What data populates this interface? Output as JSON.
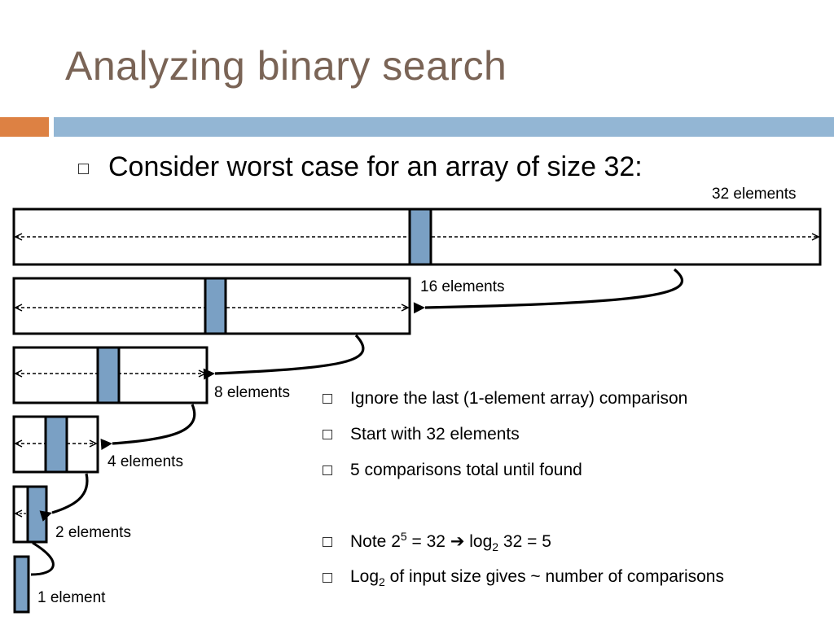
{
  "slide": {
    "title": "Analyzing binary search",
    "lead": "Consider worst case for an array of size 32:"
  },
  "diagram": {
    "labels": [
      "32 elements",
      "16 elements",
      "8 elements",
      "4 elements",
      "2 elements",
      "1 element"
    ]
  },
  "notes": [
    "Ignore the last (1-element array) comparison",
    "Start with 32 elements",
    "5 comparisons total until found"
  ],
  "note_formula": {
    "prefix": "Note 2",
    "exp": "5",
    "eq": " = 32 ",
    "arrow": "➔",
    "log": " log",
    "base": "2",
    "rest": " 32 = 5"
  },
  "note_log": {
    "log": "Log",
    "base": "2",
    "rest": " of input size gives ~ number of comparisons"
  },
  "colors": {
    "title": "#7a6456",
    "accent_orange": "#dd8143",
    "accent_blue": "#93b6d4",
    "cell": "#7aa0c4"
  }
}
